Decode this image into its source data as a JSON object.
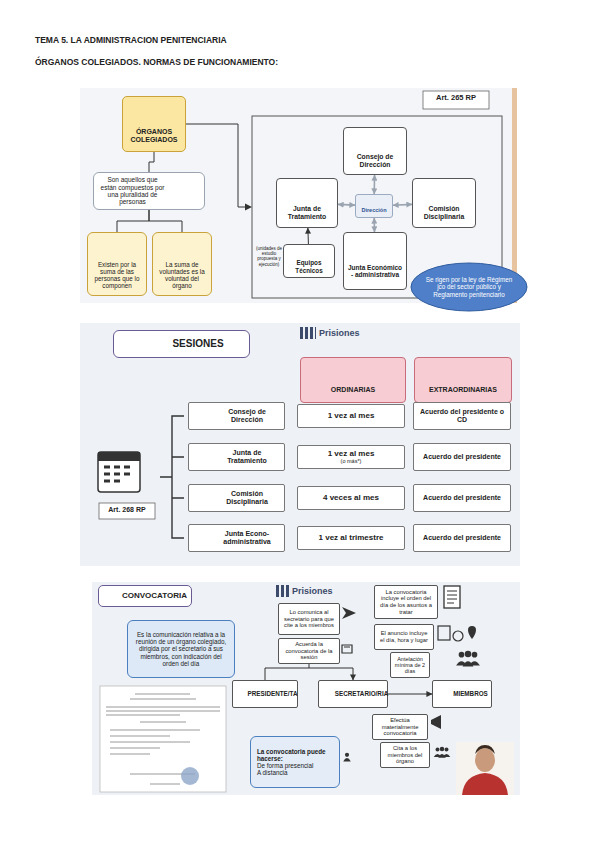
{
  "diagram": {
    "title": "TEMA 5. LA ADMINISTRACION PENITENCIARIA",
    "nodes": [
      {
        "text": [
          "ÓRGANOS COLEGIADOS"
        ]
      },
      {
        "text": [
          "Son aquellos que están compuestos por una pluralidad de personas"
        ]
      },
      {
        "text": [
          "Existen por la suma de las personas que lo componen"
        ]
      },
      {
        "text": [
          "La suma de voluntades es la voluntad del órgano"
        ]
      },
      {
        "text": [
          "Consejo de Dirección"
        ]
      },
      {
        "text": [
          "Junta de Tratamiento"
        ]
      },
      {
        "text": [
          "Dirección"
        ]
      },
      {
        "text": [
          "Comisión Disciplinaria"
        ]
      },
      {
        "text": [
          "Equipos Técnicos"
        ]
      },
      {
        "text": [
          "Junta Económico - administrativa"
        ]
      },
      {
        "text": [
          "Se rigen por la ley de Régimen jco del sector público y Reglamento penitenciario"
        ]
      },
      {
        "text": [
          "SESIONES"
        ]
      },
      {
        "text": [
          "ORDINARIAS"
        ]
      },
      {
        "text": [
          "EXTRAORDINARIAS"
        ]
      },
      {
        "text": [
          "Consejo de Dirección"
        ]
      },
      {
        "text": [
          "1 vez al mes"
        ]
      },
      {
        "text": [
          "Acuerdo del presidente o CD"
        ]
      },
      {
        "text": [
          "Junta de Tratamiento"
        ]
      },
      {
        "text": [
          "1 vez al mes",
          "(o más*)"
        ]
      },
      {
        "text": [
          "Acuerdo del presidente"
        ]
      },
      {
        "text": [
          "Comisión Disciplinaria"
        ]
      },
      {
        "text": [
          "4 veces al mes"
        ]
      },
      {
        "text": [
          "Acuerdo del presidente"
        ]
      },
      {
        "text": [
          "Junta Econo- administrativa"
        ]
      },
      {
        "text": [
          "1 vez al trimestre"
        ]
      },
      {
        "text": [
          "Acuerdo del presidente"
        ]
      },
      {
        "text": [
          "CONVOCATORIA"
        ]
      },
      {
        "text": [
          "Es la comunicación relativa a la reunión de un órgano colegiado, dirigida por el secretario a sus miembros, con indicación del orden del día"
        ]
      },
      {
        "text": [
          "Lo comunica al secretario para que cite a los miembros"
        ]
      },
      {
        "text": [
          "Acuerda la convocatoria de la sesión"
        ]
      },
      {
        "text": [
          "PRESIDENTE/TA"
        ]
      },
      {
        "text": [
          "SECRETARIO/RIA"
        ]
      },
      {
        "text": [
          "Antelación mínima de 2 días"
        ]
      },
      {
        "text": [
          "MIEMBROS"
        ]
      },
      {
        "text": [
          "Efectúa materialmente convocatoria"
        ]
      },
      {
        "text": [
          "Cita a los miembros del órgano"
        ]
      },
      {
        "text": [
          "La convocatoria incluye el orden del día de los asuntos a tratar"
        ]
      },
      {
        "text": [
          "El anuncio incluye el día, hora y lugar"
        ]
      },
      {
        "text": [
          "La convocatoria puede hacerse:",
          "De forma presencial",
          "A distancia"
        ]
      }
    ],
    "edges": [
      {
        "from": 0,
        "to": 1,
        "arrow": "none"
      },
      {
        "from": 1,
        "to": 2,
        "arrow": "none"
      },
      {
        "from": 1,
        "to": 3,
        "arrow": "none"
      },
      {
        "from": 8,
        "to": 5,
        "arrow": "to"
      },
      {
        "from": 6,
        "to": 4,
        "arrow": "both"
      },
      {
        "from": 6,
        "to": 5,
        "arrow": "both"
      },
      {
        "from": 6,
        "to": 7,
        "arrow": "both"
      },
      {
        "from": 6,
        "to": 9,
        "arrow": "both"
      },
      {
        "from": 30,
        "to": 31,
        "arrow": "to"
      },
      {
        "from": 31,
        "to": 33,
        "arrow": "to"
      }
    ],
    "labels": [
      "ÓRGANOS COLEGIADOS. NORMAS DE FUNCIONAMIENTO:",
      "Art. 265 RP",
      "(unidades de estudio propuesta y ejecución)",
      "Art. 268 RP",
      "Prisiones",
      "Prisiones"
    ]
  }
}
